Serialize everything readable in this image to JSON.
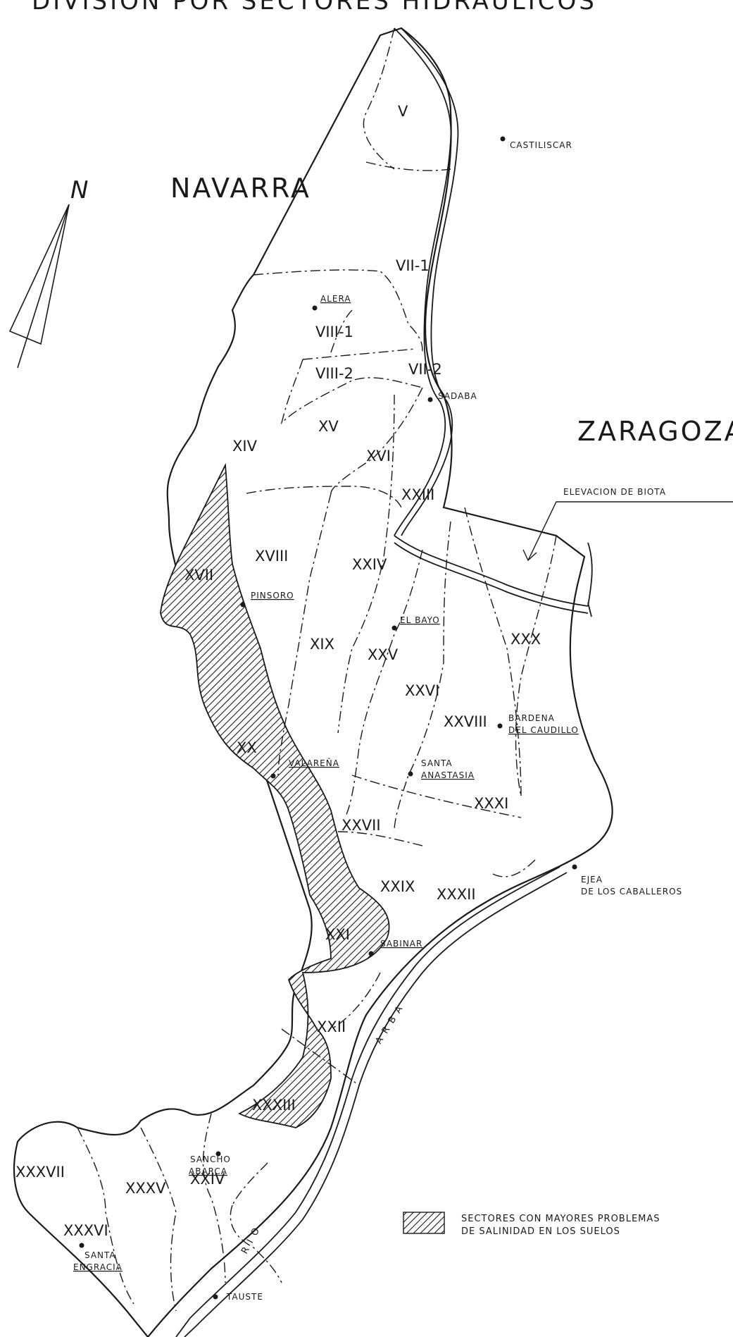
{
  "title": "DIVISION POR SECTORES HIDRAULICOS",
  "north_label": "N",
  "regions": {
    "navarra": "NAVARRA",
    "zaragoza": "ZARAGOZA"
  },
  "sectors": {
    "v": "V",
    "vii_1": "VII-1",
    "viii_1": "VIII-1",
    "viii_2": "VIII-2",
    "vii_2": "VII-2",
    "xiv": "XIV",
    "xv": "XV",
    "xvi": "XVI",
    "xvii": "XVII",
    "xviii": "XVIII",
    "xix": "XIX",
    "xx": "XX",
    "xxi": "XXI",
    "xxii": "XXII",
    "xxiii": "XXIII",
    "xxiv": "XXIV",
    "xxv": "XXV",
    "xxvi": "XXVI",
    "xxvii": "XXVII",
    "xxviii": "XXVIII",
    "xxix": "XXIX",
    "xxx": "XXX",
    "xxxi": "XXXI",
    "xxxii": "XXXII",
    "xxxiii": "XXXIII",
    "xxiv_b": "XXIV",
    "xxxv": "XXXV",
    "xxxvi": "XXXVI",
    "xxxvii": "XXXVII"
  },
  "towns": {
    "castiliscar": "CASTILISCAR",
    "alera": "ALERA",
    "sadaba": "SADABA",
    "pinsoro": "PINSORO",
    "el_bayo": "EL BAYO",
    "bardena_1": "BARDENA",
    "bardena_2": "DEL CAUDILLO",
    "valarena": "VALAREÑA",
    "santa_anastasia_1": "SANTA",
    "santa_anastasia_2": "ANASTASIA",
    "ejea_1": "EJEA",
    "ejea_2": "DE LOS CABALLEROS",
    "sabinar": "SABINAR",
    "sancho_abarca_1": "SANCHO",
    "sancho_abarca_2": "ABARCA",
    "santa_engracia_1": "SANTA",
    "santa_engracia_2": "ENGRACIA",
    "tauste": "TAUSTE"
  },
  "annotations": {
    "elevacion_biota": "ELEVACION DE BIOTA"
  },
  "rivers": {
    "arba": "A R B A",
    "rio": "R I O"
  },
  "legend": {
    "line1": "SECTORES CON MAYORES PROBLEMAS",
    "line2": "DE SALINIDAD EN LOS SUELOS"
  },
  "colors": {
    "ink": "#1a1a1a",
    "paper": "#ffffff"
  }
}
